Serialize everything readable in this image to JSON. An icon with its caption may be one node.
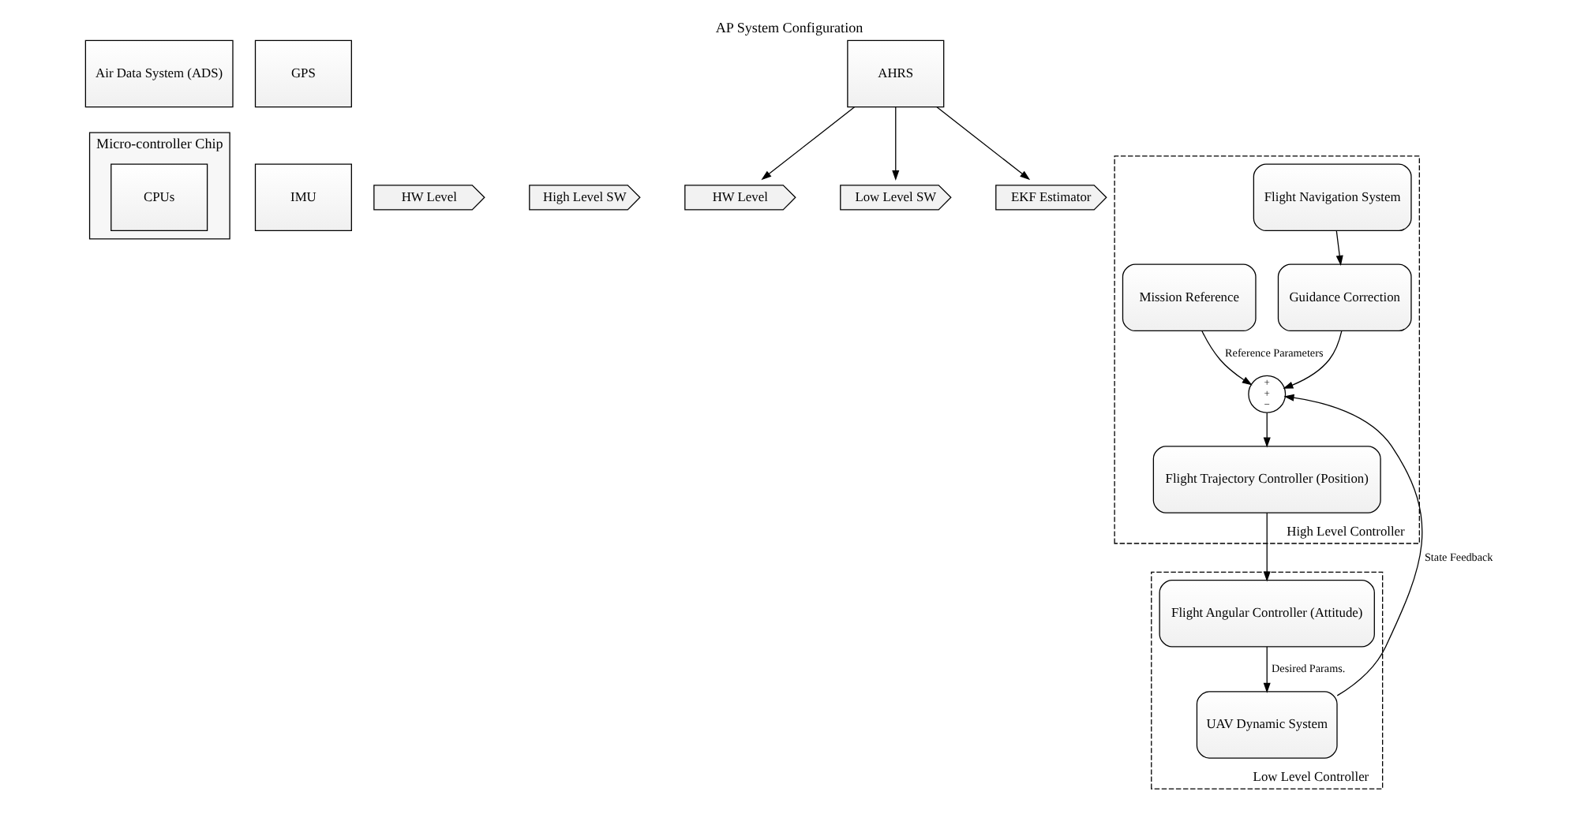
{
  "diagram": {
    "title": "AP System Configuration",
    "nodes": [
      {
        "text": [
          "Air Data System (ADS)"
        ]
      },
      {
        "text": [
          "GPS"
        ]
      },
      {
        "text": [
          "Micro-controller Chip"
        ]
      },
      {
        "text": [
          "IMU"
        ]
      },
      {
        "text": [
          "AHRS"
        ]
      },
      {
        "text": [
          "CPUs"
        ],
        "in": 2
      },
      {
        "text": [
          "HW Level"
        ]
      },
      {
        "text": [
          "High Level SW"
        ]
      },
      {
        "text": [
          "HW Level"
        ]
      },
      {
        "text": [
          "Low Level SW"
        ]
      },
      {
        "text": [
          "EKF Estimator"
        ]
      },
      {
        "text": [
          "High Level Controller"
        ]
      },
      {
        "text": [
          "Mission Reference"
        ],
        "in": 11
      },
      {
        "text": [
          "Flight Navigation System"
        ],
        "in": 11
      },
      {
        "text": [
          "Guidance Correction"
        ],
        "in": 11
      },
      {
        "text": [
          "+",
          "+",
          "−"
        ],
        "in": 11
      },
      {
        "text": [
          "Flight Trajectory Controller (Position)"
        ],
        "in": 11
      },
      {
        "text": [
          "Low Level Controller"
        ]
      },
      {
        "text": [
          "Flight Angular Controller (Attitude)"
        ],
        "in": 17
      },
      {
        "text": [
          "UAV Dynamic System"
        ],
        "in": 17
      }
    ],
    "edges": [
      {
        "from": 4,
        "to": 8,
        "arrow": "to"
      },
      {
        "from": 4,
        "to": 9,
        "arrow": "to"
      },
      {
        "from": 4,
        "to": 10,
        "arrow": "to"
      },
      {
        "from": 12,
        "to": 15,
        "arrow": "to",
        "label": "Reference Parameters"
      },
      {
        "from": 13,
        "to": 14,
        "arrow": "to"
      },
      {
        "from": 14,
        "to": 15,
        "arrow": "to"
      },
      {
        "from": 15,
        "to": 16,
        "arrow": "to"
      },
      {
        "from": 16,
        "to": 18,
        "arrow": "to"
      },
      {
        "from": 18,
        "to": 19,
        "arrow": "to",
        "label": "Desired Params."
      },
      {
        "from": 19,
        "to": 15,
        "arrow": "to",
        "label": "State Feedback"
      }
    ]
  }
}
